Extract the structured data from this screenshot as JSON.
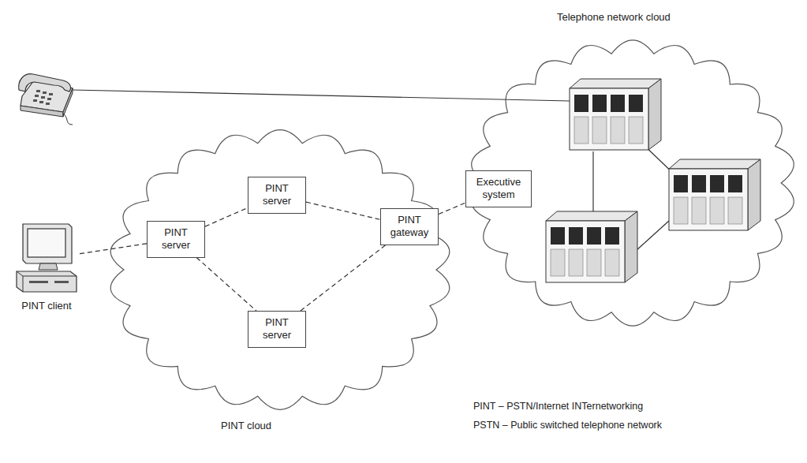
{
  "diagram": {
    "nodes": [
      {
        "text": [
          "Telephone network cloud"
        ]
      },
      {
        "text": [
          "Executive system"
        ],
        "in": 0
      },
      {
        "text": [
          "PINT cloud"
        ]
      },
      {
        "text": [
          "PINT server"
        ],
        "in": 2
      },
      {
        "text": [
          "PINT server"
        ],
        "in": 2
      },
      {
        "text": [
          "PINT server"
        ],
        "in": 2
      },
      {
        "text": [
          "PINT gateway"
        ],
        "in": 2
      },
      {
        "text": [
          "PINT client"
        ]
      }
    ],
    "edges": [
      {
        "from": 7,
        "to": 3,
        "arrow": "none"
      },
      {
        "from": 3,
        "to": 4,
        "arrow": "none"
      },
      {
        "from": 3,
        "to": 5,
        "arrow": "none"
      },
      {
        "from": 4,
        "to": 6,
        "arrow": "none"
      },
      {
        "from": 5,
        "to": 6,
        "arrow": "none"
      },
      {
        "from": 6,
        "to": 1,
        "arrow": "none"
      }
    ],
    "labels": [
      "PINT – PSTN/Internet INTernetworking",
      "PSTN – Public switched telephone network"
    ]
  }
}
